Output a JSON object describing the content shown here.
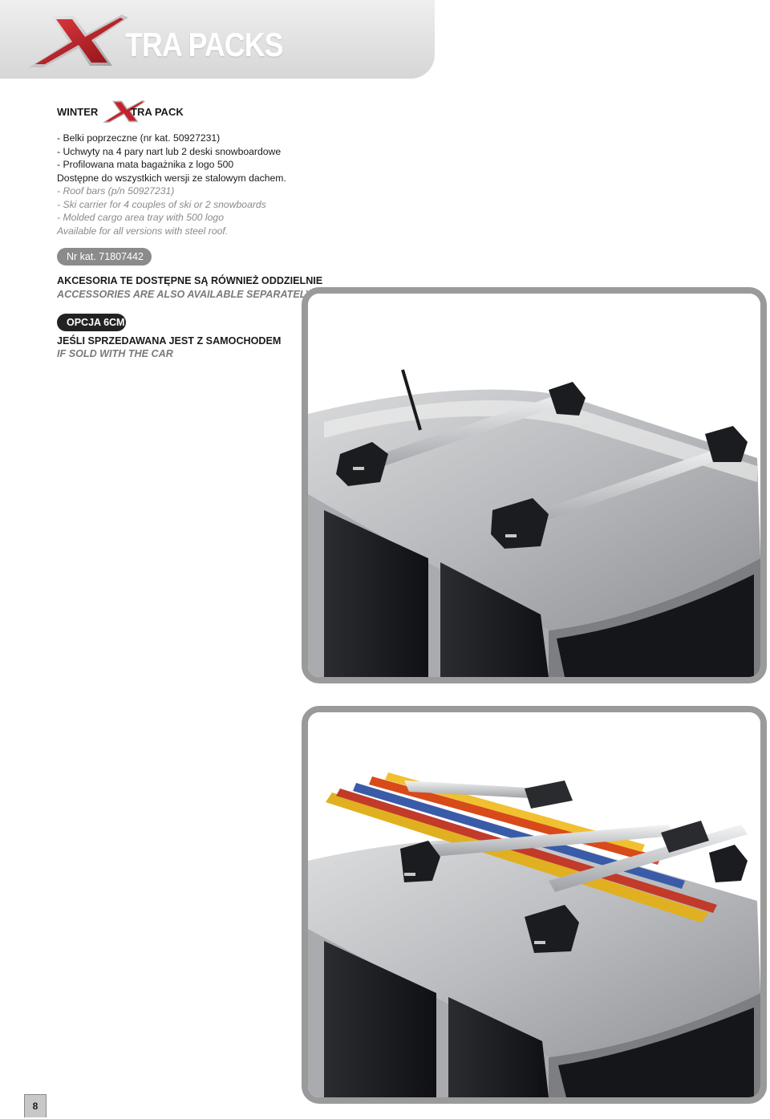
{
  "header": {
    "title": "TRA PACKS",
    "logo_icon": "x-logo-icon",
    "colors": {
      "logo_red": "#c8202a",
      "logo_silver": "#b8b8b8"
    }
  },
  "pack": {
    "heading_left": "WINTER",
    "heading_right": "TRA PACK",
    "lines_pl": [
      "- Belki poprzeczne (nr kat. 50927231)",
      "- Uchwyty na 4 pary nart lub 2 deski snowboardowe",
      "- Profilowana mata bagażnika z logo 500",
      "Dostępne do wszystkich wersji ze stalowym dachem."
    ],
    "lines_en": [
      "- Roof bars  (p/n 50927231)",
      "- Ski carrier for 4 couples of ski or 2 snowboards",
      "- Molded cargo area tray with 500 logo",
      "Available for all versions with steel roof."
    ],
    "part_number": "Nr kat. 71807442"
  },
  "accessories": {
    "pl": "AKCESORIA TE DOSTĘPNE SĄ RÓWNIEŻ ODDZIELNIE",
    "en": "ACCESSORIES ARE ALSO AVAILABLE SEPARATELY"
  },
  "option": {
    "badge": "OPCJA 6CM",
    "pl": "JEŚLI SPRZEDAWANA JEST Z SAMOCHODEM",
    "en": "IF SOLD WITH THE CAR"
  },
  "page_number": "8"
}
